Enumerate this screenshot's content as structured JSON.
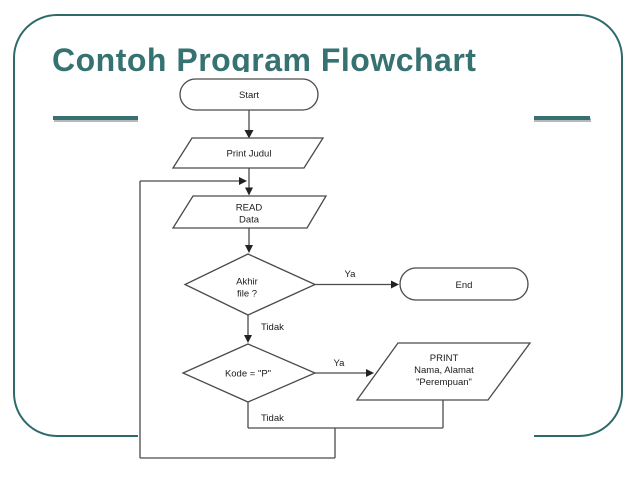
{
  "colors": {
    "accent": "#367272",
    "frame_border": "#2d6a6a",
    "flow_stroke": "#4a4a4a",
    "flow_text": "#1b1b1b"
  },
  "header": {
    "title": "Contoh Program Flowchart"
  },
  "flowchart": {
    "labels": {
      "start": "Start",
      "print_judul": "Print Judul",
      "read_line1": "READ",
      "read_line2": "Data",
      "akhir_line1": "Akhir",
      "akhir_line2": "file ?",
      "ya_end": "Ya",
      "end": "End",
      "tidak_akhir": "Tidak",
      "kode": "Kode = \"P\"",
      "ya_print": "Ya",
      "print_line1": "PRINT",
      "print_line2": "Nama, Alamat",
      "print_line3": "\"Perempuan\"",
      "tidak_kode": "Tidak"
    },
    "nodes": [
      {
        "id": "start",
        "shape": "terminator",
        "label": "Start"
      },
      {
        "id": "print-judul",
        "shape": "io-parallelogram",
        "label": "Print Judul"
      },
      {
        "id": "read-data",
        "shape": "io-parallelogram",
        "label": "READ Data"
      },
      {
        "id": "akhir-file",
        "shape": "decision",
        "label": "Akhir file ?"
      },
      {
        "id": "end",
        "shape": "terminator",
        "label": "End"
      },
      {
        "id": "kode-p",
        "shape": "decision",
        "label": "Kode = \"P\""
      },
      {
        "id": "print-nama",
        "shape": "io-parallelogram",
        "label": "PRINT Nama, Alamat \"Perempuan\""
      }
    ],
    "edges": [
      {
        "from": "start",
        "to": "print-judul"
      },
      {
        "from": "print-judul",
        "to": "read-data"
      },
      {
        "from": "read-data",
        "to": "akhir-file"
      },
      {
        "from": "akhir-file",
        "to": "end",
        "label": "Ya"
      },
      {
        "from": "akhir-file",
        "to": "kode-p",
        "label": "Tidak"
      },
      {
        "from": "kode-p",
        "to": "print-nama",
        "label": "Ya"
      },
      {
        "from": "kode-p",
        "to": "loop-back",
        "label": "Tidak"
      },
      {
        "from": "print-nama",
        "to": "loop-back"
      },
      {
        "from": "loop-back",
        "to": "read-data"
      }
    ]
  }
}
